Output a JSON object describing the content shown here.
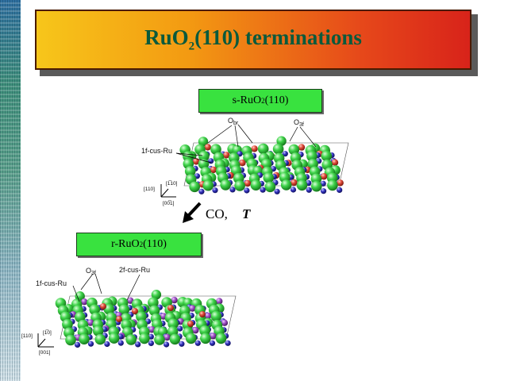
{
  "title": {
    "main": "RuO",
    "sub": "2",
    "rest": "(110) terminations"
  },
  "top_panel": {
    "label_main": "s-RuO",
    "label_sub": "2",
    "label_rest": "(110)",
    "o_br": "O",
    "o_br_sub": "br",
    "o_3f": "O",
    "o_3f_sub": "3f",
    "cus_ru": "1f-cus-Ru",
    "axis_110": "[110]",
    "axis_1m10": "[1̅10]",
    "axis_001": "[00̅1]"
  },
  "reaction": {
    "reagent": "CO,",
    "temp": "T"
  },
  "bottom_panel": {
    "label_main": "r-RuO",
    "label_sub": "2",
    "label_rest": "(110)",
    "o_3f": "O",
    "o_3f_sub": "3f",
    "cus_ru_1f": "1f-cus-Ru",
    "cus_ru_2f": "2f-cus-Ru",
    "axis_110": "[110]",
    "axis_1m10": "[1̅0]",
    "axis_001": "[001]"
  },
  "colors": {
    "oxygen": "#34c93a",
    "ruthenium_sub": "#2b2bb0",
    "ruthenium_red": "#e24b3a",
    "ruthenium_cus": "#a050c8",
    "label_box": "#39e23f"
  }
}
